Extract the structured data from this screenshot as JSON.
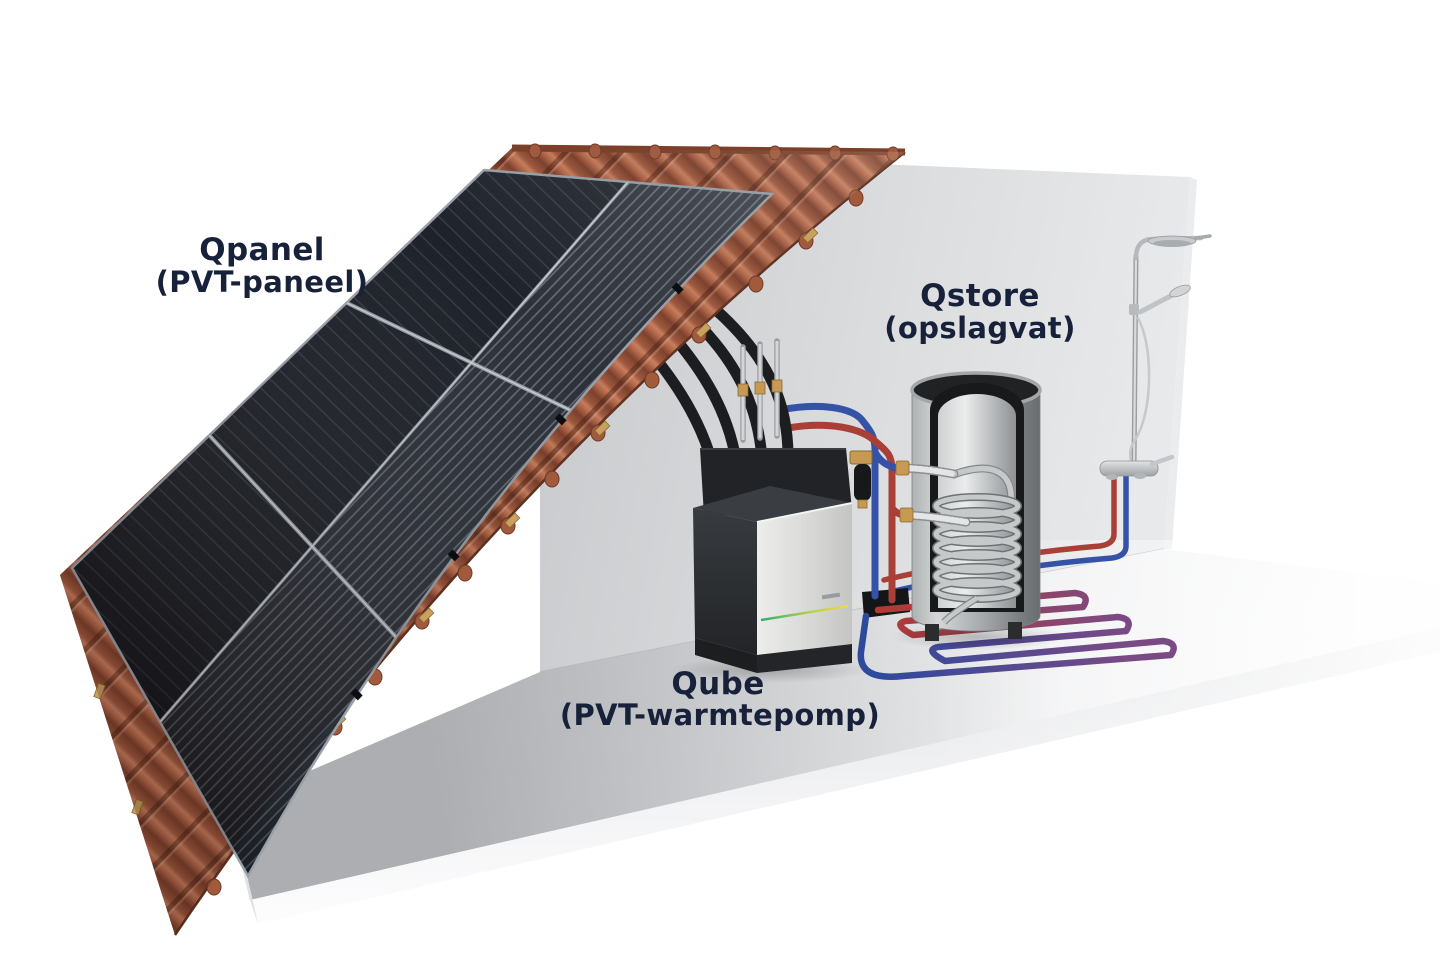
{
  "labels": {
    "qpanel": {
      "title": "Qpanel",
      "subtitle": "(PVT-paneel)"
    },
    "qstore": {
      "title": "Qstore",
      "subtitle": "(opslagvat)"
    },
    "qube": {
      "title": "Qube",
      "subtitle": "(PVT-warmtepomp)"
    }
  },
  "colors": {
    "label_text": "#17213a",
    "pipe_hot": "#a84038",
    "pipe_cold": "#3452a6",
    "roof_tile": "#a95c41",
    "panel_dark": "#14171e",
    "brass": "#c69a52",
    "chrome": "#c3c6c9",
    "stripe_green": "#2fae6e",
    "stripe_yellow": "#ecd94a",
    "wall_grey": "#d6d8da",
    "floor_white": "#f4f5f6"
  }
}
